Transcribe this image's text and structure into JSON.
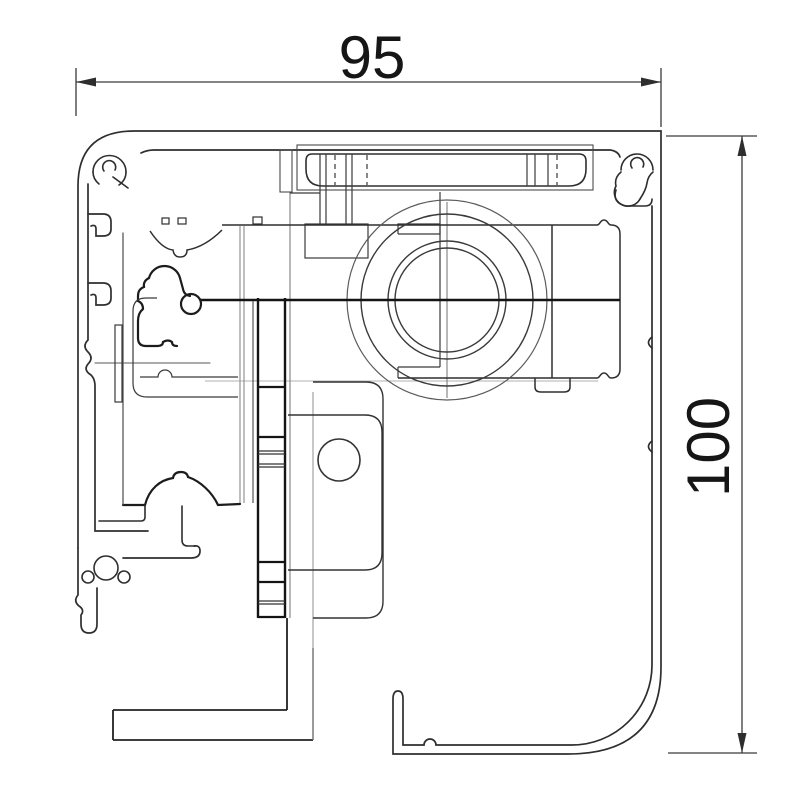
{
  "drawing": {
    "type": "technical-cross-section",
    "description": "CAD cross-section of an extruded aluminium cassette profile with internal roller mechanism and mounting bracket",
    "dimensions": {
      "width_label": "95",
      "height_label": "100"
    }
  },
  "colors": {
    "background": "#ffffff",
    "line_main": "#2e2e2e",
    "line_heavy": "#141414",
    "line_light": "#b0b0b0",
    "line_medium": "#6a6a6a",
    "dim_text": "#161616"
  }
}
